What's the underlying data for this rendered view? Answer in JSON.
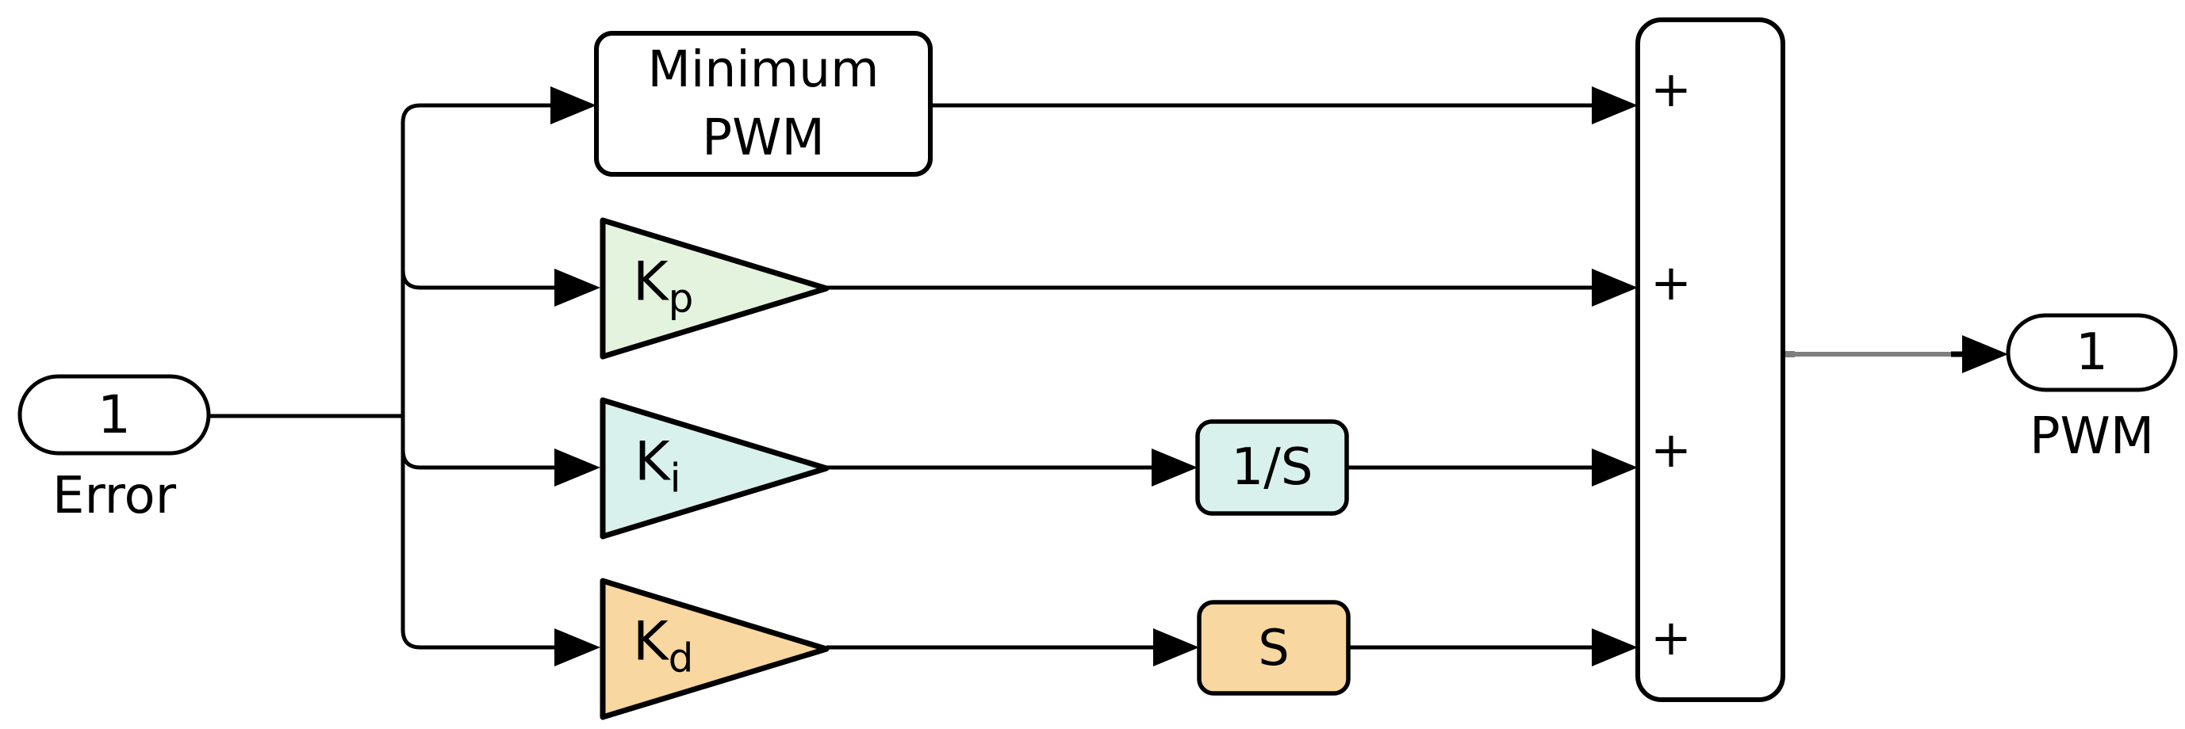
{
  "input_port": {
    "number": "1",
    "label": "Error"
  },
  "output_port": {
    "number": "1",
    "label": "PWM"
  },
  "blocks": {
    "minimum_pwm": {
      "label": "Minimum\nPWM"
    },
    "gain_p": {
      "base": "K",
      "sub": "p"
    },
    "gain_i": {
      "base": "K",
      "sub": "i"
    },
    "gain_d": {
      "base": "K",
      "sub": "d"
    },
    "integrator": {
      "label": "1/S"
    },
    "derivative": {
      "label": "S"
    },
    "sum": {
      "signs": [
        "+",
        "+",
        "+",
        "+"
      ]
    }
  },
  "colors": {
    "gain_p_fill": "#e4f3dd",
    "gain_i_fill": "#d9f1ec",
    "gain_d_fill": "#f8d7a0",
    "integrator_fill": "#d9f1ec",
    "derivative_fill": "#f8d7a0",
    "block_fill": "#ffffff",
    "wire": "#000000",
    "output_wire": "#7f7f7f"
  }
}
